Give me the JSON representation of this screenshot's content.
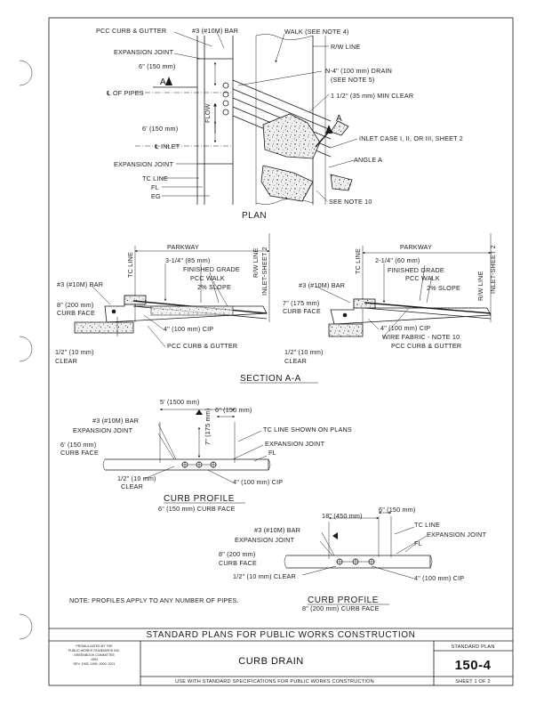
{
  "plan": {
    "title": "PLAN",
    "labels": {
      "pcc_curb_gutter": "PCC CURB & GUTTER",
      "bar": "#3 (#10M) BAR",
      "walk": "WALK (SEE NOTE 4)",
      "rw_line": "R/W LINE",
      "expansion_joint_top": "EXPANSION JOINT",
      "six_150_top": "6\" (150 mm)",
      "drain": "N-4\" (100 mm) DRAIN",
      "drain_note": "(SEE NOTE 5)",
      "section_a_left": "A",
      "cl_pipes": "℄ OF PIPES",
      "min_clear": "1 1/2\" (35 mm) MIN CLEAR",
      "section_a_right": "A",
      "flow": "FLOW",
      "six_150_bottom": "6' (150 mm)",
      "cl_inlet": "℄ INLET",
      "inlet_case": "INLET CASE I, II, OR III, SHEET 2",
      "expansion_joint_bottom": "EXPANSION JOINT",
      "angle_a": "ANGLE A",
      "tc_line": "TC LINE",
      "fl": "FL",
      "eg": "EG",
      "see_note_10": "SEE NOTE 10"
    }
  },
  "section": {
    "title": "SECTION A-A",
    "left": {
      "tc_line": "TC LINE",
      "parkway": "PARKWAY",
      "inlet_sheet": "INLET-SHEET 2",
      "rw_line": "R/W LINE",
      "dim_top": "3-1/4\" (85 mm)",
      "finished_grade": "FINISHED GRADE",
      "pcc_walk": "PCC WALK",
      "slope": "2% SLOPE",
      "bar": "#3 (#10M) BAR",
      "curb_face_dim": "8\" (200 mm)",
      "curb_face": "CURB FACE",
      "cip": "4\" (100 mm) CIP",
      "clear_dim": "1/2\" (10 mm)",
      "clear": "CLEAR",
      "pcc_curb_gutter": "PCC CURB & GUTTER"
    },
    "right": {
      "tc_line": "TC LINE",
      "parkway": "PARKWAY",
      "inlet_sheet": "INLET-SHEET 2",
      "rw_line": "R/W LINE",
      "dim_top": "2-1/4\" (60 mm)",
      "finished_grade": "FINISHED GRADE",
      "pcc_walk": "PCC WALK",
      "slope": "2% SLOPE",
      "bar": "#3 (#10M) BAR",
      "curb_face_dim": "7\" (175 mm)",
      "curb_face": "CURB FACE",
      "cip": "4\" (100 mm) CIP",
      "wire_fabric": "WIRE FABRIC - NOTE 10",
      "pcc_curb_gutter": "PCC CURB & GUTTER",
      "clear_dim": "1/2\" (10 mm)",
      "clear": "CLEAR"
    }
  },
  "curb6": {
    "title": "CURB PROFILE",
    "subtitle": "6\" (150 mm) CURB FACE",
    "labels": {
      "dim_5": "5' (1500 mm)",
      "dim_6": "6\" (150 mm)",
      "bar": "#3 (#10M) BAR",
      "expansion_joint": "EXPANSION JOINT",
      "dim_7": "7\" (175 mm)",
      "tc_line_shown": "TC LINE SHOWN ON PLANS",
      "expansion_joint_right": "EXPANSION JOINT",
      "curb_face_dim": "6' (150 mm)",
      "curb_face": "CURB FACE",
      "fl": "FL",
      "clear_dim": "1/2\" (10 mm)",
      "clear": "CLEAR",
      "cip": "4\" (100 mm) CIP"
    }
  },
  "curb8": {
    "title": "CURB PROFILE",
    "subtitle": "8\" (200 mm) CURB FACE",
    "labels": {
      "dim_18": "18\" (450 mm)",
      "dim_6": "6\" (150 mm)",
      "bar": "#3 (#10M) BAR",
      "expansion_joint": "EXPANSION JOINT",
      "tc_line": "TC LINE",
      "expansion_joint_right": "EXPANSION JOINT",
      "fl": "FL",
      "curb_face_dim": "8\" (200 mm)",
      "curb_face": "CURB FACE",
      "clear": "1/2\" (10 mm) CLEAR",
      "cip": "4\" (100 mm) CIP"
    }
  },
  "note": "NOTE: PROFILES APPLY TO ANY NUMBER OF PIPES.",
  "title_block": {
    "header": "STANDARD PLANS FOR PUBLIC WORKS CONSTRUCTION",
    "promulgated": [
      "PROMULGATED BY THE",
      "PUBLIC WORKS STANDARDS INC.",
      "GREENBOOK COMMITTEE",
      "1994",
      "REV. 1995, 1999, 2009, 2021"
    ],
    "drawing_title": "CURB DRAIN",
    "footer": "USE WITH STANDARD SPECIFICATIONS FOR PUBLIC WORKS CONSTRUCTION",
    "standard_plan_label": "STANDARD PLAN",
    "plan_number": "150-4",
    "sheet": "SHEET 1 OF 2"
  }
}
